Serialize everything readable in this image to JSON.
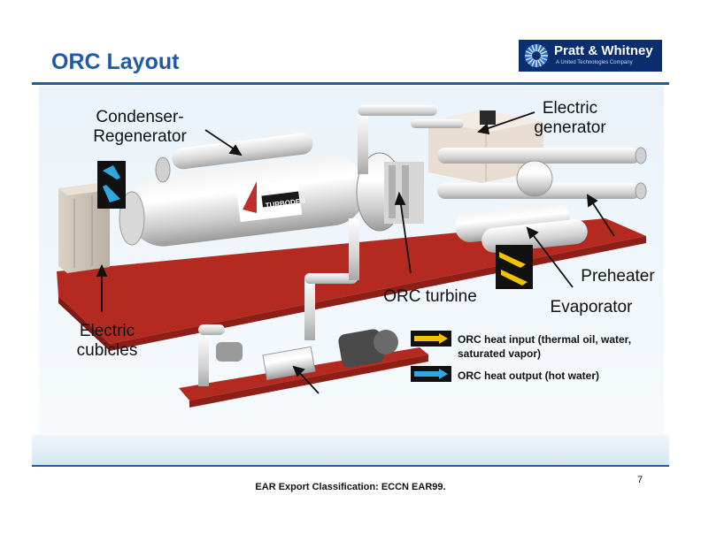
{
  "slide": {
    "title": "ORC Layout",
    "page_number": "7",
    "footer": "EAR Export Classification: ECCN EAR99."
  },
  "logo": {
    "brand": "Pratt & Whitney",
    "tagline": "A United Technologies Company"
  },
  "machine": {
    "nameplate": "TURBODEN"
  },
  "labels": {
    "condenser_line1": "Condenser-",
    "condenser_line2": "Regenerator",
    "electric_generator_line1": "Electric",
    "electric_generator_line2": "generator",
    "preheater": "Preheater",
    "orc_turbine": "ORC turbine",
    "evaporator": "Evaporator",
    "electric_cubicles_line1": "Electric",
    "electric_cubicles_line2": "cubicles"
  },
  "legend": {
    "heat_input_line1": "ORC heat input (thermal oil, water,",
    "heat_input_line2": "saturated vapor)",
    "heat_output": "ORC heat output (hot water)"
  },
  "colors": {
    "title_blue": "#1d5aa8",
    "heat_input_arrow": "#f2c200",
    "heat_output_arrow": "#2fa8e0",
    "skid_red": "#b52a20"
  }
}
